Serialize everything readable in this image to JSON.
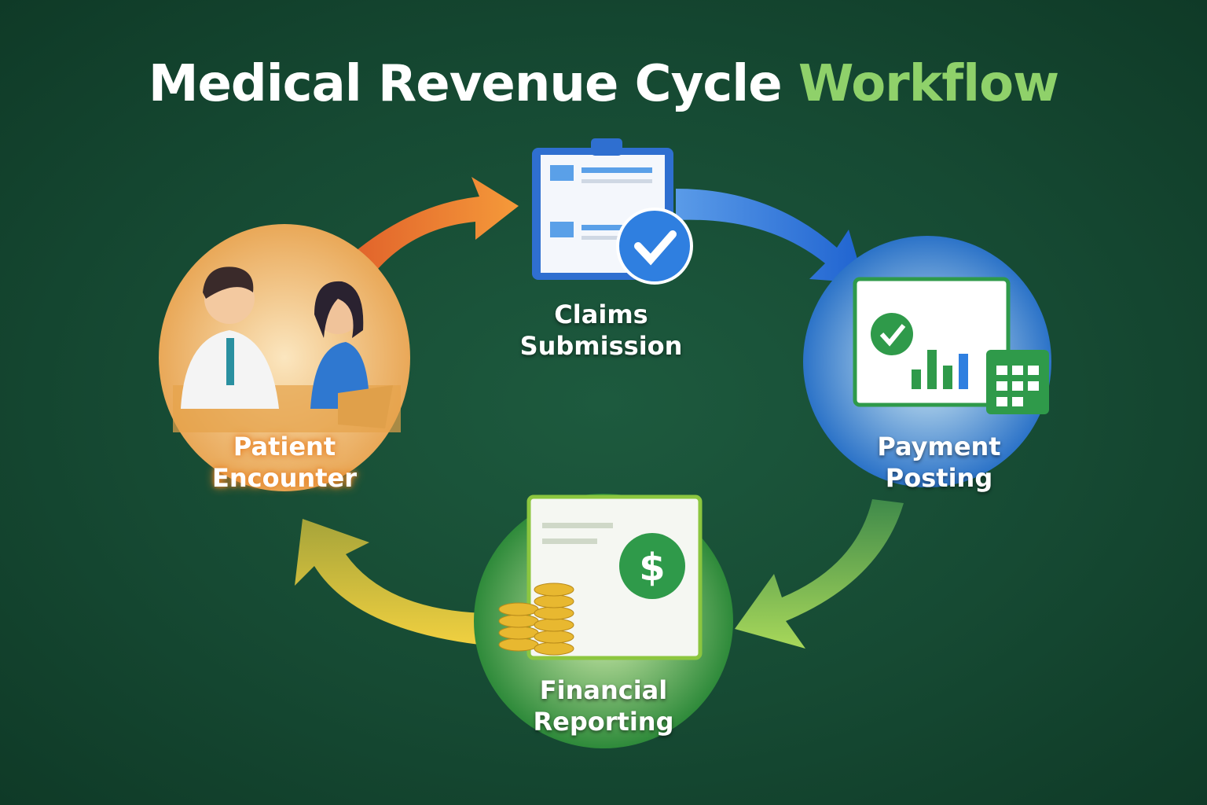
{
  "title": {
    "main": "Medical Revenue Cycle",
    "accent": "Workflow"
  },
  "steps": [
    {
      "line1": "Claims",
      "line2": "Submission"
    },
    {
      "line1": "Payment",
      "line2": "Posting"
    },
    {
      "line1": "Financial",
      "line2": "Reporting"
    },
    {
      "line1": "Patient",
      "line2": "Encounter"
    }
  ],
  "colors": {
    "orange": "#f07a2a",
    "blue": "#2f7fe0",
    "green": "#8cc63f",
    "yellow": "#e8c23a",
    "accent": "#8fd16a"
  },
  "icons": {
    "claims": "clipboard-check-icon",
    "payment": "chart-calendar-icon",
    "reporting": "dollar-report-icon",
    "encounter": "doctor-patient-icon"
  },
  "dollar": "$"
}
